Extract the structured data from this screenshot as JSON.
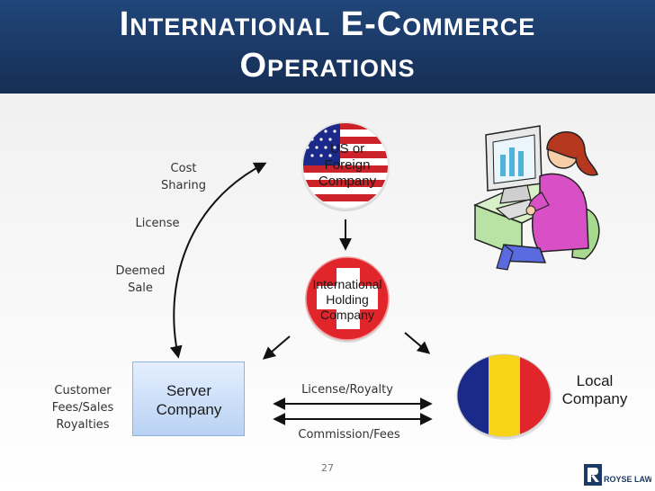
{
  "slide": {
    "title_line_1": "International E-Commerce",
    "title_line_2": "Operations",
    "page_number": "27"
  },
  "nodes": {
    "us_company": {
      "line1": "US or",
      "line2": "Foreign",
      "line3": "Company",
      "flag_icon": "us-flag-icon"
    },
    "holding_company": {
      "line1": "International",
      "line2": "Holding",
      "line3": "Company",
      "flag_icon": "swiss-flag-icon"
    },
    "server_company": {
      "line1": "Server",
      "line2": "Company"
    },
    "local_company": {
      "line1": "Local",
      "line2": "Company",
      "flag_icon": "tricolor-flag-icon"
    }
  },
  "labels": {
    "cost_sharing_1": "Cost",
    "cost_sharing_2": "Sharing",
    "license": "License",
    "deemed_sale_1": "Deemed",
    "deemed_sale_2": "Sale",
    "customer_1": "Customer",
    "customer_2": "Fees/Sales",
    "customer_3": "Royalties",
    "license_royalty": "License/Royalty",
    "commission_fees": "Commission/Fees"
  },
  "clipart": {
    "icon": "woman-at-computer-icon"
  },
  "logo": {
    "text": "ROYSE LAW",
    "icon": "royse-law-logo-icon"
  },
  "colors": {
    "title_band": "#1b3a66",
    "server_box": "#c9dcf5",
    "us_red": "#cc2229",
    "swiss_red": "#e0262b",
    "flag_blue": "#1b2a8a",
    "flag_yellow": "#f7d417"
  }
}
